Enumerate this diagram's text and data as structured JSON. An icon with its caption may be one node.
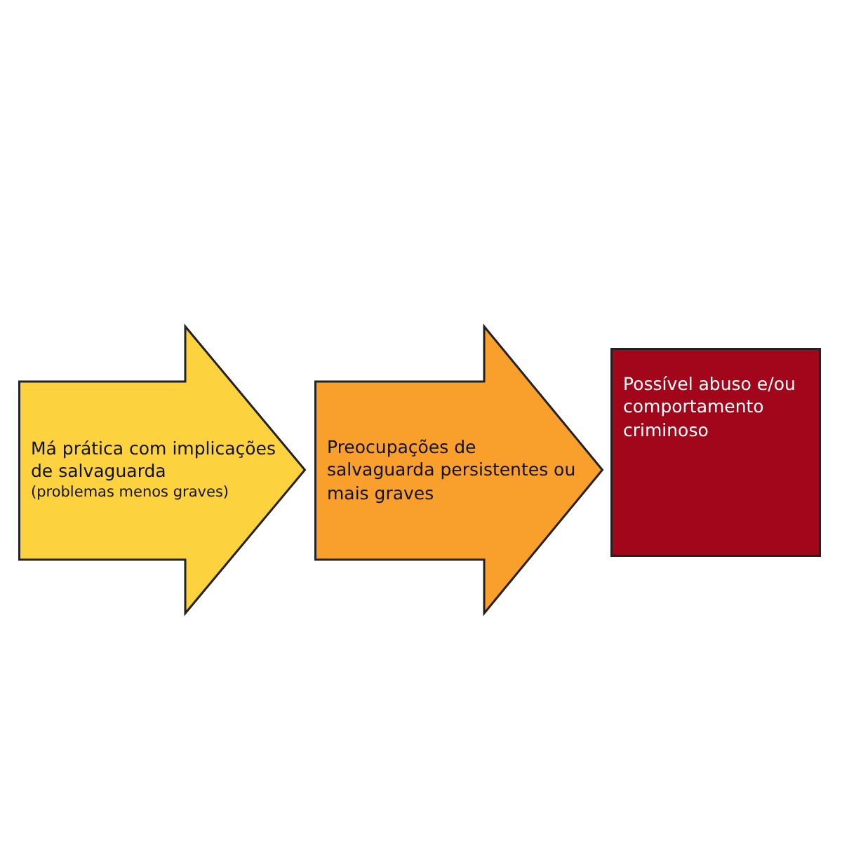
{
  "diagram": {
    "nodes": [
      {
        "text": [
          "Má prática com implicações de salvaguarda",
          "(problemas menos graves)"
        ]
      },
      {
        "text": [
          "Preocupações de salvaguarda persistentes ou mais graves"
        ]
      },
      {
        "text": [
          "Possível abuso e/ou comportamento criminoso"
        ]
      }
    ]
  }
}
